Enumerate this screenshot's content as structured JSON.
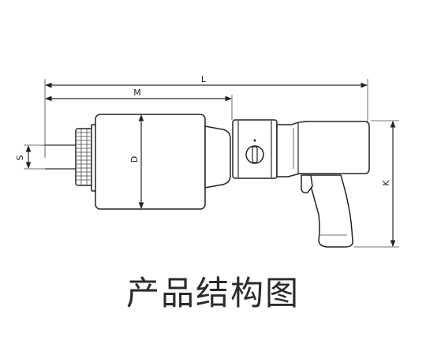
{
  "diagram": {
    "dimension_labels": {
      "L": "L",
      "M": "M",
      "D": "D",
      "S": "S",
      "K": "K"
    }
  },
  "caption": "产品结构图"
}
